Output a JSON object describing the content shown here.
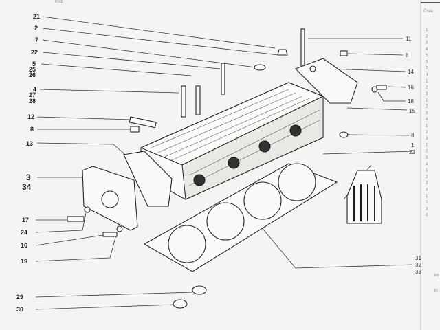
{
  "page": {
    "header_fragment": "KS1",
    "column_header": "Čísla",
    "column_numbers": [
      "1",
      "2",
      "3",
      "4",
      "5",
      "6",
      "7",
      "8",
      "1",
      "2",
      "3",
      "1",
      "2",
      "3",
      "4",
      "1",
      "2",
      "3",
      "1",
      "2",
      "3",
      "4",
      "1",
      "2",
      "3",
      "4",
      "1",
      "2",
      "3",
      "4"
    ],
    "margin_fragments": [
      "im",
      "in"
    ]
  },
  "callouts": {
    "left": [
      "21",
      "2",
      "7",
      "22",
      "5",
      "25",
      "26",
      "4",
      "27",
      "28",
      "12",
      "8",
      "13",
      "3",
      "34",
      "17",
      "24",
      "16",
      "19",
      "29",
      "30"
    ],
    "right": [
      "11",
      "8",
      "14",
      "16",
      "18",
      "15",
      "8",
      "1",
      "23"
    ],
    "bottom_right": [
      "31",
      "32",
      "33"
    ]
  }
}
